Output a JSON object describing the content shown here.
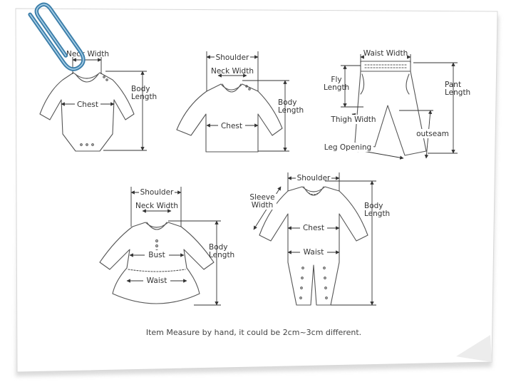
{
  "colors": {
    "paper": "#ffffff",
    "frame": "#cfcfcf",
    "ink": "#333333",
    "clip": "#3d7faa"
  },
  "icons": {
    "clip": "paperclip-icon"
  },
  "bodysuit": {
    "neck_width": "Neck Width",
    "body_length": "Body Length",
    "chest": "Chest"
  },
  "tshirt": {
    "shoulder": "Shoulder",
    "neck_width": "Neck Width",
    "body_length": "Body Length",
    "chest": "Chest"
  },
  "pants": {
    "waist_width": "Waist Width",
    "fly_length": "Fly Length",
    "pant_length": "Pant Length",
    "thigh_width": "Thigh Width",
    "outseam": "outseam",
    "leg_opening": "Leg Opening"
  },
  "dress": {
    "shoulder": "Shoulder",
    "neck_width": "Neck Width",
    "bust": "Bust",
    "waist": "Waist",
    "body_length": "Body Length"
  },
  "romper": {
    "shoulder": "Shoulder",
    "sleeve_width": "Sleeve Width",
    "body_length": "Body Length",
    "chest": "Chest",
    "waist": "Waist"
  },
  "footer": {
    "note": "Item Measure by hand, it could be 2cm~3cm different."
  }
}
